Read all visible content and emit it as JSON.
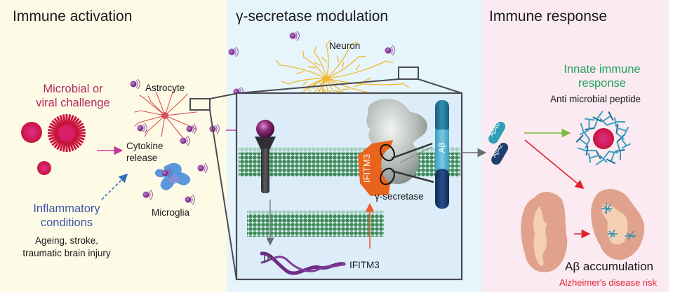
{
  "panels": [
    {
      "title": "Immune activation",
      "color": "#fdfbe6"
    },
    {
      "title": "γ-secretase modulation",
      "color": "#e6f4fc"
    },
    {
      "title": "Immune response",
      "color": "#fbeaf1"
    }
  ],
  "activation": {
    "challenge_line1": "Microbial or",
    "challenge_line2": "viral challenge",
    "astrocyte": "Astrocyte",
    "cytokine_line1": "Cytokine",
    "cytokine_line2": "release",
    "microglia": "Microglia",
    "inflammatory_line1": "Inflammatory",
    "inflammatory_line2": "conditions",
    "causes_line1": "Ageing, stroke,",
    "causes_line2": "traumatic brain injury"
  },
  "modulation": {
    "neuron": "Neuron",
    "ifitm3_protein": "IFITM3",
    "gamma_secretase": "γ-secretase",
    "abeta_label": "Aβ",
    "ifitm3_gene": "IFITM3"
  },
  "response": {
    "abeta40": "Aβ40",
    "abeta42": "Aβ42",
    "innate_line1": "Innate immune",
    "innate_line2": "response",
    "antimicrobial": "Anti microbial peptide",
    "accumulation": "Aβ accumulation",
    "risk": "Alzheimer's disease risk"
  },
  "colors": {
    "magenta_text": "#b0285f",
    "blue_text": "#3d56a8",
    "green_text": "#1fa35a",
    "red_text": "#e4203a",
    "ifitm3_orange": "#e8641c",
    "membrane_green": "#3e8a55",
    "cytokine_purple": "#7a2d8c",
    "neuron_yellow": "#f2b830",
    "astrocyte_red": "#d8505a",
    "microglia_blue": "#4a8fd6",
    "abeta_teal": "#2f9db5",
    "abeta_navy": "#1c3f6e"
  }
}
